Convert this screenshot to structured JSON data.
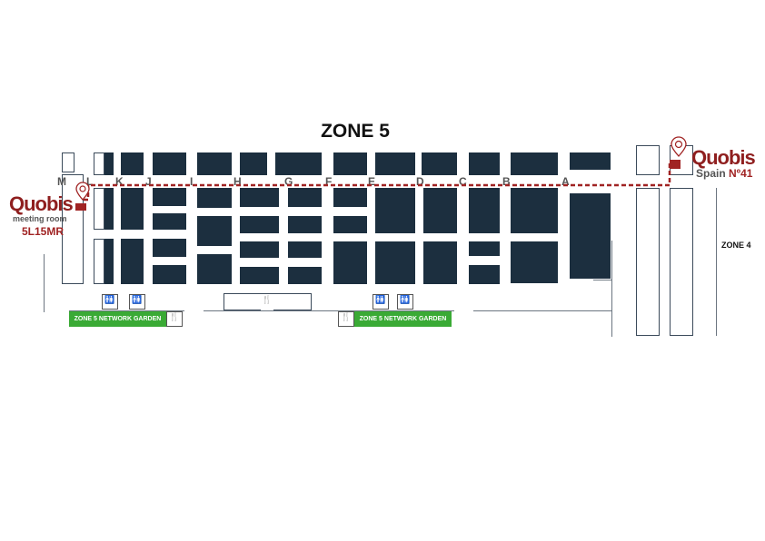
{
  "title": "ZONE 5",
  "zone4_label": "ZONE 4",
  "aisles": [
    "M",
    "L",
    "K",
    "J",
    "I",
    "H",
    "G",
    "F",
    "E",
    "D",
    "C",
    "B",
    "A"
  ],
  "left_marker": {
    "brand": "Quobis",
    "line1": "meeting room",
    "line2": "5L15MR"
  },
  "right_marker": {
    "brand": "Quobis",
    "country": "Spain",
    "stand": "Nº41"
  },
  "garden_label": "ZONE 5 NETWORK GARDEN",
  "colors": {
    "booth": "#1c2f3f",
    "route": "#a02323",
    "garden": "#3aaa35"
  }
}
